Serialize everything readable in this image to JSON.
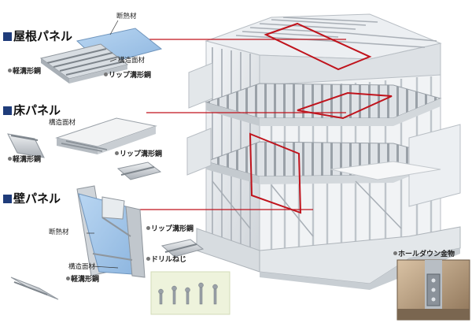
{
  "sections": {
    "roof": {
      "title": "屋根パネル"
    },
    "floor": {
      "title": "床パネル"
    },
    "wall": {
      "title": "壁パネル"
    }
  },
  "labels": {
    "roof_insulation": "断熱材",
    "roof_structural": "構造面材",
    "roof_light_channel": "軽溝形鋼",
    "roof_lip_channel": "リップ溝形鋼",
    "floor_structural": "構造面材",
    "floor_light_channel": "軽溝形鋼",
    "floor_lip_channel": "リップ溝形鋼",
    "wall_insulation": "断熱材",
    "wall_structural": "構造面材",
    "wall_light_channel": "軽溝形鋼",
    "wall_lip_channel": "リップ溝形鋼",
    "drill_screw": "ドリルねじ",
    "hold_down": "ホールダウン金物"
  },
  "colors": {
    "callout_line": "#c0131c",
    "header_square": "#1f3c7a",
    "insulation": "#9fc3e8",
    "steel": "#c9cdd2",
    "frame": "#e6e9ec",
    "screw_panel": "#eef3dc"
  }
}
